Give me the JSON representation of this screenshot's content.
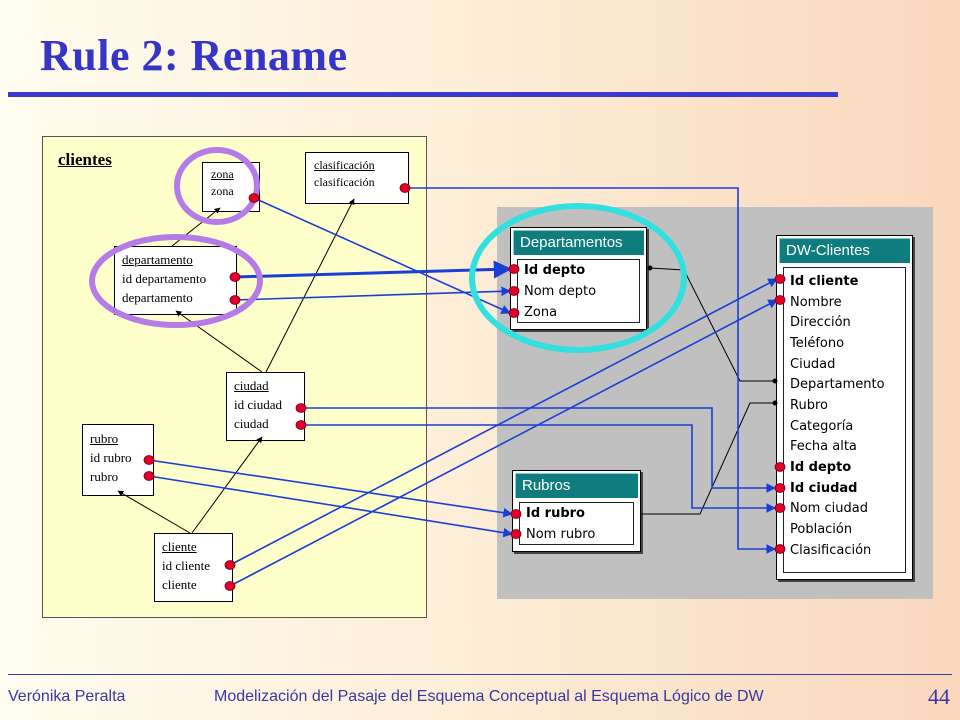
{
  "slide": {
    "title": "Rule 2: Rename",
    "page_number": "44",
    "footer_author": "Verónika Peralta",
    "footer_subject": "Modelización del Pasaje del Esquema Conceptual al Esquema Lógico de DW"
  },
  "conceptual": {
    "schema_label": "clientes",
    "entities": {
      "zona": {
        "head": "zona",
        "attrs": [
          "zona"
        ]
      },
      "clasificacion": {
        "head": "clasificación",
        "attrs": [
          "clasificación"
        ]
      },
      "departamento": {
        "head": "departamento",
        "attrs": [
          "id departamento",
          "departamento"
        ]
      },
      "ciudad": {
        "head": "ciudad",
        "attrs": [
          "id ciudad",
          "ciudad"
        ]
      },
      "rubro": {
        "head": "rubro",
        "attrs": [
          "id rubro",
          "rubro"
        ]
      },
      "cliente": {
        "head": "cliente",
        "attrs": [
          "id cliente",
          "cliente"
        ]
      }
    }
  },
  "logical": {
    "departamentos": {
      "title": "Departamentos",
      "fields": [
        "Id depto",
        "Nom depto",
        "Zona"
      ]
    },
    "rubros": {
      "title": "Rubros",
      "fields": [
        "Id rubro",
        "Nom rubro"
      ]
    },
    "dw_clientes": {
      "title": "DW-Clientes",
      "fields": [
        "Id cliente",
        "Nombre",
        "Dirección",
        "Teléfono",
        "Ciudad",
        "Departamento",
        "Rubro",
        "Categoría",
        "Fecha alta",
        "Id depto",
        "Id ciudad",
        "Nom ciudad",
        "Población",
        "Clasificación"
      ]
    }
  },
  "colors": {
    "title": "#3535c8",
    "mapping_line": "#1a3fd6",
    "port": "#e0002a",
    "highlight_purple": "#b57be6",
    "highlight_cyan": "#33e0e0",
    "table_header": "#0f7d7d"
  }
}
